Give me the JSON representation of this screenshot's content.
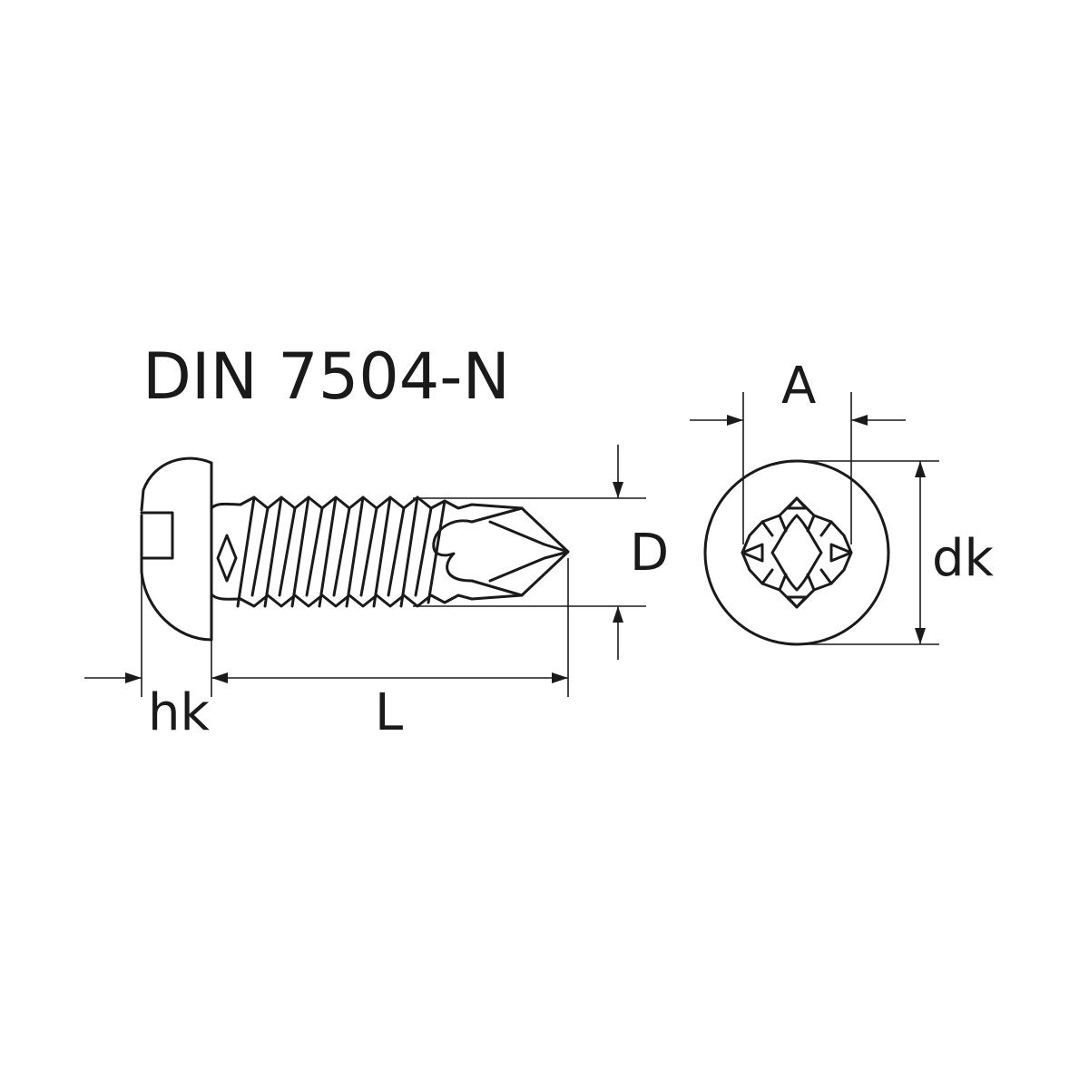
{
  "title": "DIN 7504-N",
  "dimensions": {
    "head_height": "hk",
    "length": "L",
    "thread_diameter": "D",
    "recess_width": "A",
    "head_diameter": "dk"
  },
  "colors": {
    "line": "#1a1a1a",
    "background": "#ffffff"
  }
}
